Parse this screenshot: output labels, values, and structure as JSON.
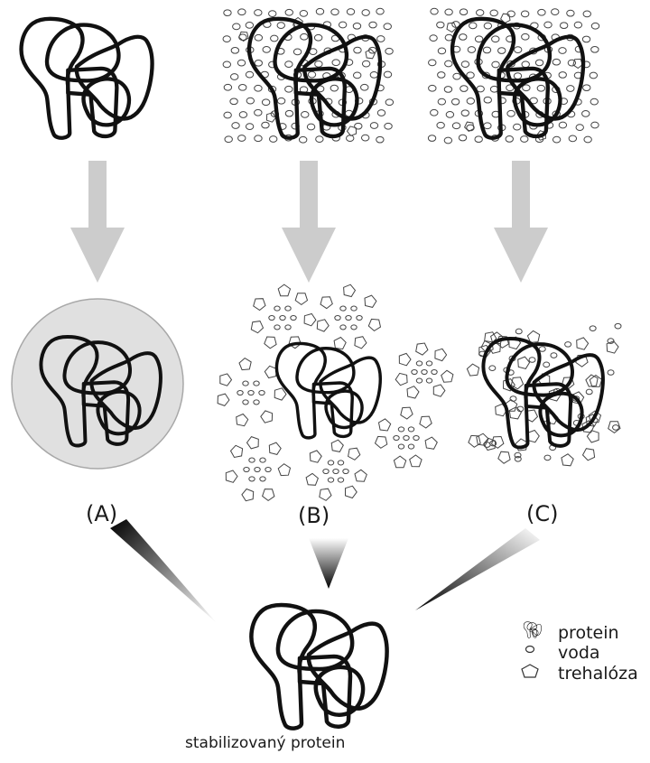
{
  "panel_labels": {
    "a": "(A)",
    "b": "(B)",
    "c": "(C)"
  },
  "legend": {
    "protein": "protein",
    "water": "voda",
    "trehalose": "trehalóza"
  },
  "caption": "stabilizovaný protein",
  "colors": {
    "outline": "#111111",
    "arrow": "#cccccc",
    "shell": "#e0e0e0",
    "wedge_dark": "#111111",
    "wedge_light": "#ffffff"
  }
}
